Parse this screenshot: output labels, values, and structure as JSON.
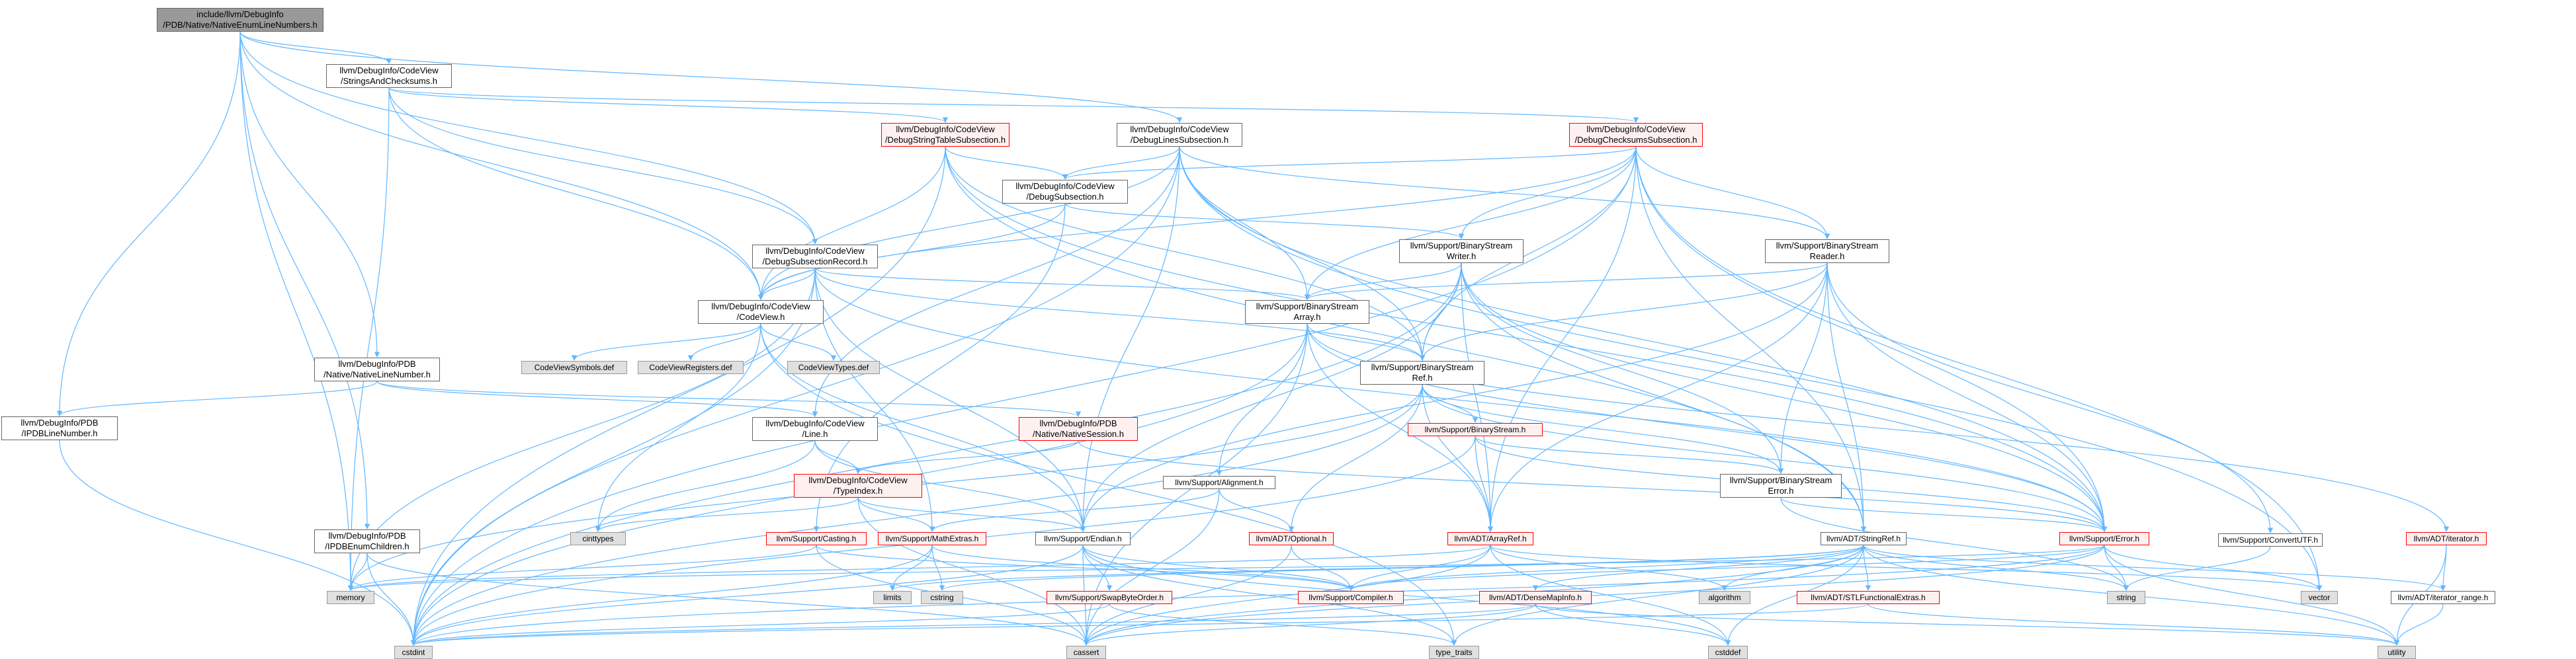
{
  "edge_color": "#63b8ff",
  "nodes": [
    {
      "id": "root",
      "label": "include/llvm/DebugInfo\n/PDB/Native/NativeEnumLineNumbers.h",
      "style": "root"
    },
    {
      "id": "strchk",
      "label": "llvm/DebugInfo/CodeView\n/StringsAndChecksums.h",
      "style": "normal"
    },
    {
      "id": "dstrtab",
      "label": "llvm/DebugInfo/CodeView\n/DebugStringTableSubsection.h",
      "style": "red"
    },
    {
      "id": "dlines",
      "label": "llvm/DebugInfo/CodeView\n/DebugLinesSubsection.h",
      "style": "normal"
    },
    {
      "id": "dchk",
      "label": "llvm/DebugInfo/CodeView\n/DebugChecksumsSubsection.h",
      "style": "red"
    },
    {
      "id": "dsub",
      "label": "llvm/DebugInfo/CodeView\n/DebugSubsection.h",
      "style": "normal"
    },
    {
      "id": "dsubrec",
      "label": "llvm/DebugInfo/CodeView\n/DebugSubsectionRecord.h",
      "style": "normal"
    },
    {
      "id": "bswriter",
      "label": "llvm/Support/BinaryStream\nWriter.h",
      "style": "normal"
    },
    {
      "id": "bsreader",
      "label": "llvm/Support/BinaryStream\nReader.h",
      "style": "normal"
    },
    {
      "id": "cv",
      "label": "llvm/DebugInfo/CodeView\n/CodeView.h",
      "style": "normal"
    },
    {
      "id": "bsarray",
      "label": "llvm/Support/BinaryStream\nArray.h",
      "style": "normal"
    },
    {
      "id": "bsref",
      "label": "llvm/Support/BinaryStream\nRef.h",
      "style": "normal"
    },
    {
      "id": "nln",
      "label": "llvm/DebugInfo/PDB\n/Native/NativeLineNumber.h",
      "style": "normal"
    },
    {
      "id": "pdbln",
      "label": "llvm/DebugInfo/PDB\n/IPDBLineNumber.h",
      "style": "normal"
    },
    {
      "id": "cvsym",
      "label": "CodeViewSymbols.def",
      "style": "gray"
    },
    {
      "id": "cvreg",
      "label": "CodeViewRegisters.def",
      "style": "gray"
    },
    {
      "id": "cvtypes",
      "label": "CodeViewTypes.def",
      "style": "gray"
    },
    {
      "id": "line",
      "label": "llvm/DebugInfo/CodeView\n/Line.h",
      "style": "normal"
    },
    {
      "id": "nsess",
      "label": "llvm/DebugInfo/PDB\n/Native/NativeSession.h",
      "style": "red"
    },
    {
      "id": "bstream",
      "label": "llvm/Support/BinaryStream.h",
      "style": "red"
    },
    {
      "id": "typeidx",
      "label": "llvm/DebugInfo/CodeView\n/TypeIndex.h",
      "style": "red"
    },
    {
      "id": "align",
      "label": "llvm/Support/Alignment.h",
      "style": "normal"
    },
    {
      "id": "bserr",
      "label": "llvm/Support/BinaryStream\nError.h",
      "style": "normal"
    },
    {
      "id": "convutf",
      "label": "llvm/Support/ConvertUTF.h",
      "style": "normal"
    },
    {
      "id": "iterator",
      "label": "llvm/ADT/iterator.h",
      "style": "red"
    },
    {
      "id": "pdbenum",
      "label": "llvm/DebugInfo/PDB\n/IPDBEnumChildren.h",
      "style": "normal"
    },
    {
      "id": "casting",
      "label": "llvm/Support/Casting.h",
      "style": "red"
    },
    {
      "id": "mathext",
      "label": "llvm/Support/MathExtras.h",
      "style": "red"
    },
    {
      "id": "endian",
      "label": "llvm/Support/Endian.h",
      "style": "normal"
    },
    {
      "id": "optional",
      "label": "llvm/ADT/Optional.h",
      "style": "red"
    },
    {
      "id": "arrayref",
      "label": "llvm/ADT/ArrayRef.h",
      "style": "red"
    },
    {
      "id": "stringref",
      "label": "llvm/ADT/StringRef.h",
      "style": "normal"
    },
    {
      "id": "error",
      "label": "llvm/Support/Error.h",
      "style": "red"
    },
    {
      "id": "iterrange",
      "label": "llvm/ADT/iterator_range.h",
      "style": "normal"
    },
    {
      "id": "cinttypes",
      "label": "cinttypes",
      "style": "gray"
    },
    {
      "id": "memory",
      "label": "memory",
      "style": "gray"
    },
    {
      "id": "limits",
      "label": "limits",
      "style": "gray"
    },
    {
      "id": "cstring",
      "label": "cstring",
      "style": "gray"
    },
    {
      "id": "swapbyte",
      "label": "llvm/Support/SwapByteOrder.h",
      "style": "red"
    },
    {
      "id": "compiler",
      "label": "llvm/Support/Compiler.h",
      "style": "red"
    },
    {
      "id": "densemap",
      "label": "llvm/ADT/DenseMapInfo.h",
      "style": "red"
    },
    {
      "id": "algorithm",
      "label": "algorithm",
      "style": "gray"
    },
    {
      "id": "stlfunc",
      "label": "llvm/ADT/STLFunctionalExtras.h",
      "style": "red"
    },
    {
      "id": "string",
      "label": "string",
      "style": "gray"
    },
    {
      "id": "vector",
      "label": "vector",
      "style": "gray"
    },
    {
      "id": "cstdint",
      "label": "cstdint",
      "style": "gray"
    },
    {
      "id": "cassert",
      "label": "cassert",
      "style": "gray"
    },
    {
      "id": "typetraits",
      "label": "type_traits",
      "style": "gray"
    },
    {
      "id": "cstddef",
      "label": "cstddef",
      "style": "gray"
    },
    {
      "id": "utility",
      "label": "utility",
      "style": "gray"
    }
  ],
  "edges": [
    [
      "root",
      "strchk"
    ],
    [
      "root",
      "dlines"
    ],
    [
      "root",
      "dsubrec"
    ],
    [
      "root",
      "cv"
    ],
    [
      "root",
      "nln"
    ],
    [
      "root",
      "pdbln"
    ],
    [
      "root",
      "pdbenum"
    ],
    [
      "root",
      "memory"
    ],
    [
      "strchk",
      "dstrtab"
    ],
    [
      "strchk",
      "dchk"
    ],
    [
      "strchk",
      "dsubrec"
    ],
    [
      "strchk",
      "cv"
    ],
    [
      "strchk",
      "memory"
    ],
    [
      "dstrtab",
      "dsub"
    ],
    [
      "dstrtab",
      "cv"
    ],
    [
      "dstrtab",
      "bsref"
    ],
    [
      "dstrtab",
      "error"
    ],
    [
      "dstrtab",
      "cstdint"
    ],
    [
      "dstrtab",
      "stringref"
    ],
    [
      "dlines",
      "dsub"
    ],
    [
      "dlines",
      "cv"
    ],
    [
      "dlines",
      "line"
    ],
    [
      "dlines",
      "bsarray"
    ],
    [
      "dlines",
      "bsreader"
    ],
    [
      "dlines",
      "bsref"
    ],
    [
      "dlines",
      "endian"
    ],
    [
      "dlines",
      "error"
    ],
    [
      "dlines",
      "cstdint"
    ],
    [
      "dlines",
      "vector"
    ],
    [
      "dchk",
      "dsub"
    ],
    [
      "dchk",
      "cv"
    ],
    [
      "dchk",
      "bsarray"
    ],
    [
      "dchk",
      "bsreader"
    ],
    [
      "dchk",
      "bsref"
    ],
    [
      "dchk",
      "arrayref"
    ],
    [
      "dchk",
      "stringref"
    ],
    [
      "dchk",
      "error"
    ],
    [
      "dchk",
      "cstdint"
    ],
    [
      "dchk",
      "vector"
    ],
    [
      "dchk",
      "bswriter"
    ],
    [
      "dsub",
      "cv"
    ],
    [
      "dsub",
      "bswriter"
    ],
    [
      "dsub",
      "casting"
    ],
    [
      "dsubrec",
      "cv"
    ],
    [
      "dsubrec",
      "bsarray"
    ],
    [
      "dsubrec",
      "bsref"
    ],
    [
      "dsubrec",
      "mathext"
    ],
    [
      "dsubrec",
      "error"
    ],
    [
      "dsubrec",
      "memory"
    ],
    [
      "dsubrec",
      "cstdint"
    ],
    [
      "dsubrec",
      "endian"
    ],
    [
      "bswriter",
      "bsarray"
    ],
    [
      "bswriter",
      "bserr"
    ],
    [
      "bswriter",
      "bsref"
    ],
    [
      "bswriter",
      "arrayref"
    ],
    [
      "bswriter",
      "stringref"
    ],
    [
      "bswriter",
      "endian"
    ],
    [
      "bswriter",
      "error"
    ],
    [
      "bswriter",
      "cstdint"
    ],
    [
      "bsreader",
      "bsarray"
    ],
    [
      "bsreader",
      "bserr"
    ],
    [
      "bsreader",
      "bsref"
    ],
    [
      "bsreader",
      "arrayref"
    ],
    [
      "bsreader",
      "stringref"
    ],
    [
      "bsreader",
      "alignment"
    ],
    [
      "bsreader",
      "convutf"
    ],
    [
      "bsreader",
      "endian"
    ],
    [
      "bsreader",
      "error"
    ],
    [
      "bsreader",
      "type_traits"
    ],
    [
      "cv",
      "cvsym"
    ],
    [
      "cv",
      "cvreg"
    ],
    [
      "cv",
      "cvtypes"
    ],
    [
      "cv",
      "cinttypes"
    ],
    [
      "cv",
      "endian"
    ],
    [
      "cv",
      "typetraits"
    ],
    [
      "bsarray",
      "arrayref"
    ],
    [
      "bsarray",
      "iterator"
    ],
    [
      "bsarray",
      "bsref"
    ],
    [
      "bsarray",
      "align"
    ],
    [
      "bsarray",
      "error"
    ],
    [
      "bsarray",
      "cassert"
    ],
    [
      "bsarray",
      "cstdint"
    ],
    [
      "bsref",
      "arrayref"
    ],
    [
      "bsref",
      "optional"
    ],
    [
      "bsref",
      "bserr"
    ],
    [
      "bsref",
      "bstream"
    ],
    [
      "bsref",
      "error"
    ],
    [
      "bsref",
      "cstdint"
    ],
    [
      "bsref",
      "memory"
    ],
    [
      "nln",
      "pdbln"
    ],
    [
      "nln",
      "line"
    ],
    [
      "nln",
      "nsess"
    ],
    [
      "pdbln",
      "cstdint"
    ],
    [
      "line",
      "typeidx"
    ],
    [
      "line",
      "endian"
    ],
    [
      "line",
      "cinttypes"
    ],
    [
      "nsess",
      "error"
    ],
    [
      "nsess",
      "typeidx"
    ],
    [
      "bstream",
      "arrayref"
    ],
    [
      "bstream",
      "bserr"
    ],
    [
      "bstream",
      "error"
    ],
    [
      "bstream",
      "cstdint"
    ],
    [
      "typeidx",
      "endian"
    ],
    [
      "typeidx",
      "cinttypes"
    ],
    [
      "typeidx",
      "mathext"
    ],
    [
      "typeidx",
      "cassert"
    ],
    [
      "align",
      "mathext"
    ],
    [
      "align",
      "cassert"
    ],
    [
      "align",
      "optional"
    ],
    [
      "bserr",
      "error"
    ],
    [
      "bserr",
      "string"
    ],
    [
      "convutf",
      "string"
    ],
    [
      "iterator",
      "iterrange"
    ],
    [
      "iterator",
      "utility"
    ],
    [
      "pdbenum",
      "memory"
    ],
    [
      "pdbenum",
      "cassert"
    ],
    [
      "pdbenum",
      "cstdint"
    ],
    [
      "casting",
      "compiler"
    ],
    [
      "casting",
      "memory"
    ],
    [
      "casting",
      "cassert"
    ],
    [
      "mathext",
      "compiler"
    ],
    [
      "mathext",
      "cstring"
    ],
    [
      "mathext",
      "limits"
    ],
    [
      "mathext",
      "cstdint"
    ],
    [
      "endian",
      "compiler"
    ],
    [
      "endian",
      "swapbyte"
    ],
    [
      "endian",
      "cassert"
    ],
    [
      "endian",
      "cstddef"
    ],
    [
      "endian",
      "cstdint"
    ],
    [
      "endian",
      "typetraits"
    ],
    [
      "optional",
      "compiler"
    ],
    [
      "optional",
      "cassert"
    ],
    [
      "arrayref",
      "compiler"
    ],
    [
      "arrayref",
      "algorithm"
    ],
    [
      "arrayref",
      "cassert"
    ],
    [
      "arrayref",
      "cstddef"
    ],
    [
      "arrayref",
      "memory"
    ],
    [
      "arrayref",
      "vector"
    ],
    [
      "stringref",
      "compiler"
    ],
    [
      "stringref",
      "densemap"
    ],
    [
      "stringref",
      "stlfunc"
    ],
    [
      "stringref",
      "iterrange"
    ],
    [
      "stringref",
      "algorithm"
    ],
    [
      "stringref",
      "cassert"
    ],
    [
      "stringref",
      "cstddef"
    ],
    [
      "stringref",
      "cstring"
    ],
    [
      "stringref",
      "limits"
    ],
    [
      "stringref",
      "string"
    ],
    [
      "stringref",
      "typetraits"
    ],
    [
      "stringref",
      "utility"
    ],
    [
      "error",
      "compiler"
    ],
    [
      "error",
      "string"
    ],
    [
      "error",
      "vector"
    ],
    [
      "error",
      "cassert"
    ],
    [
      "error",
      "cstdint"
    ],
    [
      "error",
      "memory"
    ],
    [
      "error",
      "utility"
    ],
    [
      "iterrange",
      "utility"
    ],
    [
      "densemap",
      "cassert"
    ],
    [
      "densemap",
      "cstddef"
    ],
    [
      "densemap",
      "cstdint"
    ],
    [
      "densemap",
      "utility"
    ],
    [
      "stlfunc",
      "cstdint"
    ],
    [
      "stlfunc",
      "utility"
    ],
    [
      "swapbyte",
      "cstdint"
    ],
    [
      "swapbyte",
      "typetraits"
    ]
  ]
}
